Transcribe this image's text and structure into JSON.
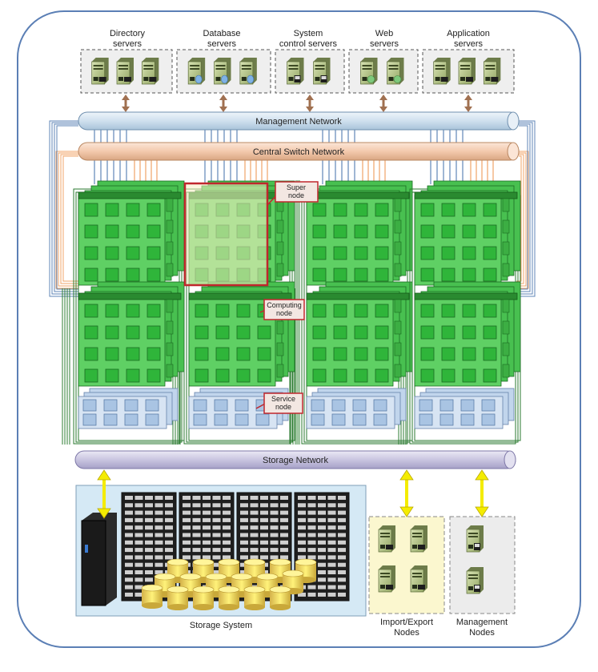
{
  "server_groups": [
    {
      "label_lines": [
        "Directory",
        "servers"
      ],
      "servers": 3,
      "variant": "plain"
    },
    {
      "label_lines": [
        "Database",
        "servers"
      ],
      "servers": 3,
      "variant": "db"
    },
    {
      "label_lines": [
        "System",
        "control servers"
      ],
      "servers": 2,
      "variant": "control"
    },
    {
      "label_lines": [
        "Web",
        "servers"
      ],
      "servers": 2,
      "variant": "web"
    },
    {
      "label_lines": [
        "Application",
        "servers"
      ],
      "servers": 3,
      "variant": "plain"
    }
  ],
  "networks": {
    "management": "Management Network",
    "central_switch": "Central Switch Network",
    "storage": "Storage Network"
  },
  "callouts": {
    "super_node": [
      "Super",
      "node"
    ],
    "computing_node": [
      "Computing",
      "node"
    ],
    "service_node": [
      "Service",
      "node"
    ]
  },
  "bottom": {
    "storage_system": "Storage System",
    "import_export": [
      "Import/Export",
      "Nodes"
    ],
    "management_nodes": [
      "Management",
      "Nodes"
    ]
  },
  "colors": {
    "frame": "#5b7fb5",
    "management_pipe": "#cfe0ee",
    "central_pipe": "#f3c9ad",
    "storage_pipe": "#c9c5e0",
    "compute_green": "#2fb53a",
    "service_blue": "#a9c4e3",
    "server_olive": "#b6c68a",
    "highlight_red": "#c0272d",
    "arrow_yellow": "#f4ec00",
    "arrow_brown": "#a07050",
    "storage_bg": "#d5e9f5"
  }
}
